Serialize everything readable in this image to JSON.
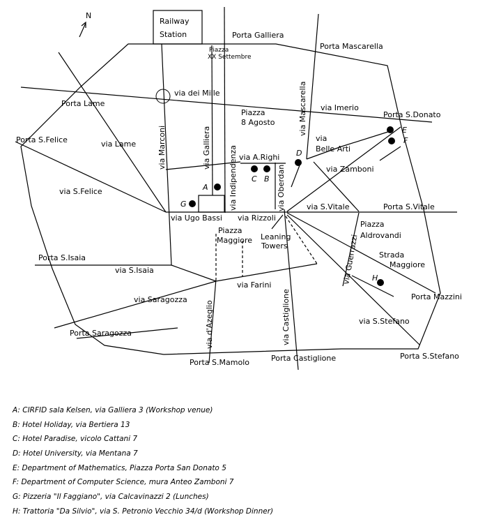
{
  "north": "N",
  "station": {
    "line1": "Railway",
    "line2": "Station"
  },
  "labels": {
    "porta_galliera": "Porta Galliera",
    "porta_mascarella": "Porta Mascarella",
    "piazza_xx_1": "Piazza",
    "piazza_xx_2": "XX Settembre",
    "via_dei_mille": "via dei Mille",
    "porta_lame": "Porta Lame",
    "piazza_8_1": "Piazza",
    "piazza_8_2": "8 Agosto",
    "via_imerio": "via Imerio",
    "porta_s_donato": "Porta S.Donato",
    "porta_s_felice": "Porta S.Felice",
    "via_lame": "via Lame",
    "via_belle_arti_1": "via",
    "via_belle_arti_2": "Belle Arti",
    "via_a_righi": "via A.Righi",
    "via_zamboni": "via Zamboni",
    "via_s_felice": "via S.Felice",
    "via_s_vitale": "via S.Vitale",
    "porta_s_vitale": "Porta S.Vitale",
    "via_ugo_bassi": "via Ugo Bassi",
    "via_rizzoli": "via Rizzoli",
    "piazza_maggiore_1": "Piazza",
    "piazza_maggiore_2": "Maggiore",
    "leaning_1": "Leaning",
    "leaning_2": "Towers",
    "piazza_aldrovandi_1": "Piazza",
    "piazza_aldrovandi_2": "Aldrovandi",
    "strada_maggiore_1": "Strada",
    "strada_maggiore_2": "Maggiore",
    "porta_s_isaia": "Porta S.Isaia",
    "via_s_isaia": "via S.Isaia",
    "via_farini": "via Farini",
    "via_saragozza": "via Saragozza",
    "porta_mazzini": "Porta Mazzini",
    "via_s_stefano": "via  S.Stefano",
    "porta_saragozza": "Porta Saragozza",
    "porta_s_mamolo": "Porta S.Mamolo",
    "porta_castiglione": "Porta Castiglione",
    "porta_s_stefano": "Porta S.Stefano",
    "via_marconi": "via Marconi",
    "via_galliera": "via Galliera",
    "via_indipendenza": "via Indipendenza",
    "via_mascarella": "via Mascarella",
    "via_oberdan": "via Oberdan",
    "via_guerrazzi": "via Guerrazzi",
    "via_d_azeglio": "via d'Azeglio",
    "via_castiglione": "via Castiglione"
  },
  "markers": {
    "a": "A",
    "b": "B",
    "c": "C",
    "d": "D",
    "e": "E",
    "f": "F",
    "g": "G",
    "h": "H"
  },
  "legend": [
    "A:  CIRFID sala Kelsen, via Galliera 3 (Workshop venue)",
    "B: Hotel Holiday, via Bertiera 13",
    "C: Hotel Paradise, vicolo Cattani 7",
    "D: Hotel University, via Mentana 7",
    "E: Department of Mathematics, Piazza Porta San Donato 5",
    "F: Department of Computer Science, mura Anteo Zamboni 7",
    "G: Pizzeria \"Il Faggiano\", via Calcavinazzi 2 (Lunches)",
    "H: Trattoria \"Da Silvio\", via S. Petronio Vecchio 34/d (Workshop Dinner)"
  ]
}
